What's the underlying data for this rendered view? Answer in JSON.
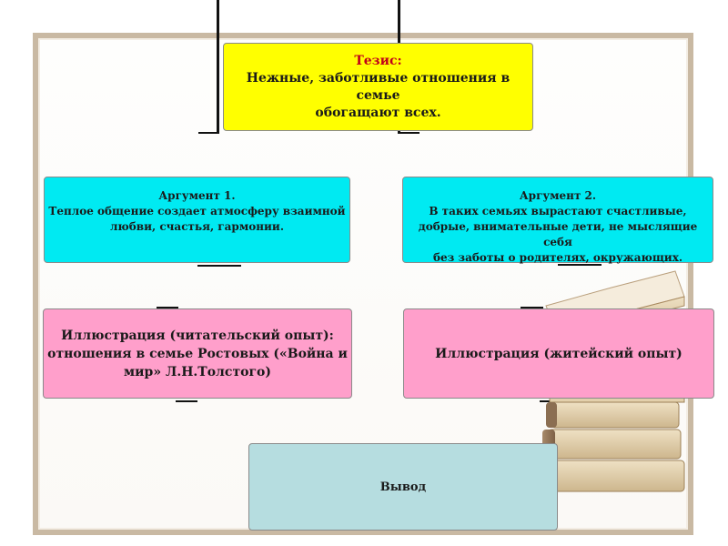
{
  "diagram": {
    "thesis": {
      "heading": "Тезис:",
      "line1": "Нежные, заботливые отношения в семье",
      "line2": "обогащают всех."
    },
    "argument1": {
      "heading": "Аргумент 1.",
      "line1": "Теплое общение создает атмосферу взаимной",
      "line2": "любви, счастья, гармонии."
    },
    "argument2": {
      "heading": "Аргумент 2.",
      "line1": "В таких семьях вырастают счастливые,",
      "line2": "добрые, внимательные дети, не мыслящие себя",
      "line3": "без заботы о родителях, окружающих."
    },
    "illustration1": {
      "line1": "Иллюстрация (читательский опыт):",
      "line2": "отношения в семье Ростовых («Война и",
      "line3": "мир» Л.Н.Толстого)"
    },
    "illustration2": {
      "line1": "Иллюстрация (житейский опыт)"
    },
    "conclusion": {
      "label": "Вывод"
    }
  },
  "colors": {
    "thesis_bg": "#ffff00",
    "thesis_heading": "#c0001a",
    "argument_bg": "#00eaf2",
    "illustration_bg": "#ff9fcb",
    "conclusion_bg": "#b6dde0",
    "frame": "#c9b9a3"
  }
}
